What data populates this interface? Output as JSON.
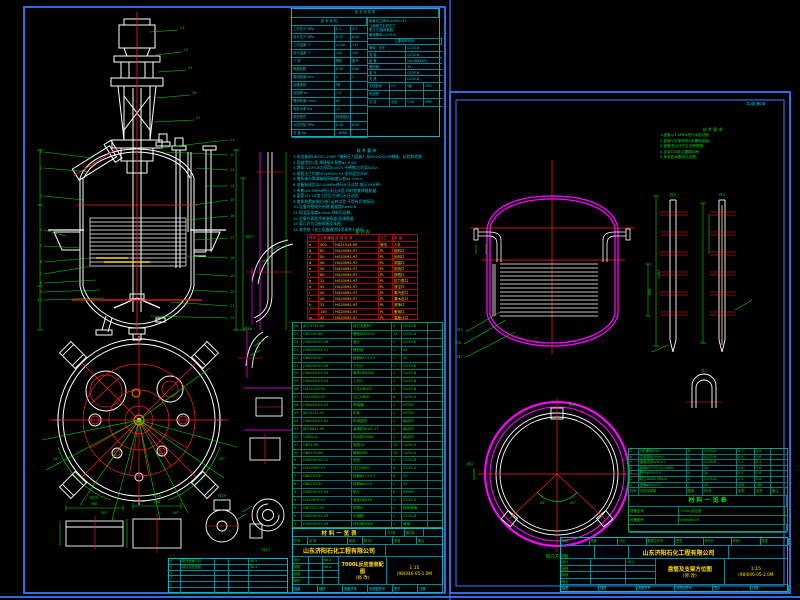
{
  "left_sheet": {
    "tech_table": {
      "banner": "技 术 特 性 表",
      "left_header": "技  术  特  性",
      "rows": [
        [
          "工作压力 MPa",
          "0.2",
          "0.3"
        ],
        [
          "设计压力 MPa",
          "0.25",
          "0.40"
        ],
        [
          "工作温度 ℃",
          "≤100",
          "143"
        ],
        [
          "设计温度 ℃",
          "120",
          "150"
        ],
        [
          "介  质",
          "物料",
          "蒸汽"
        ],
        [
          "焊缝系数",
          "0.85",
          "0.85"
        ],
        [
          "腐蚀裕度 mm",
          "2",
          "1"
        ],
        [
          "容器类别",
          "Ⅰ类",
          ""
        ],
        [
          "全容积 m³",
          "7.0",
          ""
        ],
        [
          "搅拌转速 r/min",
          "63",
          ""
        ],
        [
          "电机功率 kW",
          "15",
          ""
        ],
        [
          "密封型式",
          "机械密封",
          ""
        ],
        [
          "水压试验 MPa",
          "0.44",
          "0.50"
        ],
        [
          "总  重 kg",
          "~6500",
          ""
        ]
      ],
      "right_lines": [
        "接管法兰按HG20592-97",
        "凸面板式平焊法兰",
        "垫片:石棉橡胶板",
        "螺栓螺母:Q235-A"
      ],
      "right_header": "主要零件材料",
      "right_rows": [
        [
          "筒体、封头",
          "Q235-B"
        ],
        [
          "夹  套",
          "Q235-B"
        ],
        [
          "盘  管",
          "20(GB8163)"
        ],
        [
          "搅拌轴",
          "45"
        ],
        [
          "桨  叶",
          "Q235-B"
        ],
        [
          "支  座",
          "Q235-B"
        ]
      ],
      "mini_rows": [
        [
          "无损检测",
          "UT",
          "Ⅱ级",
          "20%"
        ],
        [
          "热处理",
          "—",
          "—",
          "—"
        ],
        [
          "试  验",
          "水压",
          "0.44",
          "MPa"
        ]
      ]
    },
    "notes": {
      "title": "技  术  要  求",
      "lines": [
        "1.本设备按GB150-1998《钢制压力容器》及HG2432-93制造、试验和验收;",
        "2.容器类别:Ⅰ类,焊接接头系数φ=0.85;",
        "3.焊条:Q235-B之间用E4303,不锈钢之间用A102;",
        "4.接管法兰均按HG20592-97,密封面型式RF;",
        "5.搅拌轴与筒体轴线同轴度公差φ1.5mm;",
        "6.设备制成后以0.44MPa进行水压试验,保压30分钟;",
        "7.夹套以0.5MPa进行水压试验,同时检查焊缝质量;",
        "8.盘管以1.25倍工作压力进行水压试验;",
        "9.搅拌装置安装后进行运转试验,不得有异常振动;",
        "10.设备内壁抛光处理,粗糙度Ra≤0.8;",
        "11.保温层厚度50mm,材料为岩棉;",
        "12.设备外表面涂底漆两道,面漆两道;",
        "13.管口方位见俯视图及本图;",
        "14.其余按《化工设备通用技术条件》执行。"
      ]
    },
    "nozzle_table": {
      "title": "管  口  表",
      "headers": [
        "符号",
        "公称通径",
        "连 接 标 准",
        "法兰",
        "用  途"
      ],
      "rows": [
        [
          "a",
          "500",
          "HG21515-95",
          "常压",
          "人孔"
        ],
        [
          "b",
          "80",
          "HG20592-97",
          "PL",
          "进料口"
        ],
        [
          "c",
          "50",
          "HG20592-97",
          "PL",
          "出料口"
        ],
        [
          "d",
          "40",
          "HG20592-97",
          "PL",
          "测温口"
        ],
        [
          "e",
          "50",
          "HG20592-97",
          "PL",
          "回流口"
        ],
        [
          "f",
          "80",
          "HG20592-97",
          "PL",
          "视镜口"
        ],
        [
          "g",
          "25",
          "HG20592-97",
          "PL",
          "压力表口"
        ],
        [
          "h",
          "50",
          "HG20592-97",
          "PL",
          "放空口"
        ],
        [
          "i",
          "40",
          "HG20592-97",
          "PL",
          "蒸汽进口"
        ],
        [
          "j",
          "40",
          "HG20592-97",
          "PL",
          "凝水出口"
        ],
        [
          "k",
          "32",
          "HG20592-97",
          "PL",
          "放净口"
        ],
        [
          "l",
          "150",
          "HG20592-97",
          "PL",
          "备用口"
        ],
        [
          "m",
          "40",
          "HG20592-97",
          "PL",
          "温度计口"
        ]
      ]
    },
    "parts_list": {
      "rows": [
        [
          "26",
          "JB/T4712-92",
          "耳式支座B3",
          "4",
          "Q235-B",
          ""
        ],
        [
          "25",
          "GB5782-86",
          "螺栓M16×50",
          "24",
          "Q235-A",
          ""
        ],
        [
          "24",
          "(98)046-05-08",
          "桨叶",
          "2",
          "Q235-B",
          ""
        ],
        [
          "23",
          "(98)046-05-07",
          "搅拌轴",
          "1",
          "45",
          ""
        ],
        [
          "22",
          "GB8163-87",
          "盘管φ57×3.5",
          "1",
          "20",
          ""
        ],
        [
          "21",
          "(98)046-05-06",
          "下封头",
          "1",
          "Q235-B",
          ""
        ],
        [
          "20",
          "(98)046-05-05",
          "筒体DN1800",
          "1",
          "Q235-B",
          ""
        ],
        [
          "19",
          "(98)046-05-04",
          "上封头",
          "1",
          "Q235-B",
          ""
        ],
        [
          "18",
          "HG21515-95",
          "人孔DN500",
          "1",
          "Q235-B",
          ""
        ],
        [
          "17",
          "HG20592-97",
          "法兰DN80",
          "6",
          "Q235-A",
          ""
        ],
        [
          "16",
          "(98)046-05-03",
          "联轴器",
          "1",
          "HT200",
          ""
        ],
        [
          "15",
          "JB/T4722-92",
          "机架",
          "1",
          "HT200",
          ""
        ],
        [
          "14",
          "(98)046-05-02",
          "机械密封",
          "1",
          "组合件",
          ""
        ],
        [
          "13",
          "JB/T8847-99",
          "减速机BLD2-17",
          "1",
          "组合件",
          ""
        ],
        [
          "12",
          "Y160L-4",
          "电动机15kW",
          "1",
          "组合件",
          ""
        ],
        [
          "11",
          "GB95-85",
          "垫圈16",
          "24",
          "Q235-A",
          ""
        ],
        [
          "10",
          "GB6170-86",
          "螺母M16",
          "24",
          "Q235-A",
          ""
        ],
        [
          "9",
          "(98)046-05-01",
          "底座",
          "1",
          "Q235-B",
          ""
        ],
        [
          "8",
          "HG20592-97",
          "法兰DN50",
          "4",
          "Q235-A",
          ""
        ],
        [
          "7",
          "GB8163-87",
          "接管φ57×3.5",
          "6",
          "20",
          ""
        ],
        [
          "6",
          "GB8163-87",
          "接管φ89×4",
          "2",
          "20",
          ""
        ],
        [
          "5",
          "(98)046-05-00",
          "垫片",
          "8",
          "XB350",
          ""
        ],
        [
          "4",
          "HG20613-97",
          "盲板DN150",
          "1",
          "Q235-A",
          ""
        ],
        [
          "3",
          "GB/T531-91",
          "视镜片",
          "2",
          "钢化玻璃",
          ""
        ],
        [
          "2",
          "(98)046-04-09",
          "补强圈",
          "2",
          "Q235-B",
          ""
        ],
        [
          "1",
          "(98)046-04-08",
          "放料阀DN50",
          "1",
          "铸钢",
          ""
        ]
      ]
    },
    "material_header": {
      "title": "材 料 一 览 表",
      "pages": [
        "共2张",
        "第1张",
        ""
      ],
      "cols": [
        "件号",
        "名    称",
        "数量",
        "材  料",
        "重量",
        "备注"
      ]
    },
    "company": "山东济阳石化工程有限公司",
    "title_block": {
      "rows_left": [
        [
          "设计",
          "",
          "98.4"
        ],
        [
          "制图",
          "",
          "98.4"
        ],
        [
          "校核",
          "",
          ""
        ],
        [
          "审定",
          "",
          ""
        ]
      ],
      "title_line1": "7000L反应釜装配图",
      "title_line2": "(修 改)",
      "scale": "1:15",
      "drawing_no": "(98)046-05-1.0M",
      "bottom": [
        "描图",
        "描校",
        "底图总号",
        "旧底图总号",
        "签字",
        "日期"
      ]
    },
    "revision_table": {
      "rows": [
        [
          "6",
          "更改盘管方位",
          "",
          "",
          "98.5"
        ],
        [
          "5",
          "增加支座垫板",
          "",
          "",
          "98.4"
        ],
        [
          "4",
          "",
          "",
          "",
          ""
        ],
        [
          "3",
          "",
          "",
          "",
          ""
        ],
        [
          "2",
          "",
          "",
          "",
          ""
        ],
        [
          "1",
          "",
          "",
          "",
          ""
        ]
      ]
    },
    "callouts_left": [
      "1",
      "2",
      "3",
      "4",
      "5",
      "6",
      "7",
      "8",
      "9",
      "10"
    ],
    "callouts_right": [
      "11",
      "12",
      "13",
      "14",
      "15",
      "16",
      "17",
      "18",
      "19",
      "20",
      "21",
      "22"
    ],
    "callouts_top": [
      "23",
      "24",
      "25",
      "26",
      "27"
    ],
    "detail_labels": {
      "elbowA": "件17",
      "elbowB": "件18",
      "volute": "件19",
      "rectA": "件25",
      "rectB": "件26",
      "dimA": "560",
      "dimB": "380",
      "angle1": "45°",
      "angle2": "45°",
      "angle3": "30°",
      "angle4": "30°"
    }
  },
  "right_sheet": {
    "page_label": "共2张 第2张",
    "notes": {
      "title": "技 术 要 求",
      "lines": [
        "1.盘管以1.0MPa进行水压试验;",
        "2.盘管与支架采用U形螺栓固定;",
        "3.盘管进出口方位见俯视图;",
        "4.支架共4组,沿圆周均布;",
        "5.其余技术要求见总图。"
      ]
    },
    "material_table": {
      "headers": [
        "件号",
        "名称及规格",
        "数量",
        "材 料",
        "单重",
        "总重",
        "备注"
      ],
      "rows": [
        [
          "7",
          "U形螺栓M12",
          "8",
          "Q235-A",
          "0.1",
          "0.8",
          ""
        ],
        [
          "6",
          "支架垫板-50×5",
          "4",
          "Q235-B",
          "0.4",
          "1.6",
          ""
        ],
        [
          "5",
          "盘管支架∠50×5",
          "4",
          "Q235-B",
          "2.1",
          "8.4",
          ""
        ],
        [
          "4",
          "接管φ57×3.5 L=600",
          "2",
          "20",
          "2.8",
          "5.6",
          ""
        ],
        [
          "3",
          "弯头φ57×3.5",
          "4",
          "20",
          "0.5",
          "2.0",
          ""
        ],
        [
          "2",
          "法兰DN50 PN1.6",
          "2",
          "Q235-A",
          "2.5",
          "5.0",
          ""
        ],
        [
          "1",
          "盘管φ57×3.5",
          "1",
          "20",
          "186",
          "186",
          ""
        ]
      ],
      "title": "材 料 一 览 表",
      "footer_rows": [
        [
          "设备名称",
          "7000L反应釜"
        ],
        [
          "设备图号",
          "(98)046-05"
        ]
      ]
    },
    "company": "山东济阳石化工程有限公司",
    "title_block": {
      "top_cells": [
        "标记",
        "处数",
        "分区",
        "更改文件号",
        "签名",
        "年月日",
        "阶段",
        "质量"
      ],
      "rows_left": [
        [
          "设计",
          "",
          "98.4"
        ],
        [
          "制图",
          "",
          ""
        ],
        [
          "校核",
          "",
          ""
        ],
        [
          "审定",
          "",
          ""
        ]
      ],
      "title_line1": "盘管及支架方位图",
      "title_line2": "(修 改)",
      "scale": "1:15",
      "drawing_no": "(98)046-05-2.0M",
      "bottom": [
        "描图",
        "描校",
        "底图总号",
        "旧底图总号",
        "签字",
        "日期"
      ]
    },
    "labels": {
      "pipe1": "件5",
      "pipe2": "件6",
      "ubolt": "件7",
      "dim1": "1495",
      "dim2": "560",
      "angle1": "45°",
      "angle2": "45°",
      "inlet": "进口",
      "outlet": "出口",
      "view_caption": "管口方位图"
    }
  }
}
